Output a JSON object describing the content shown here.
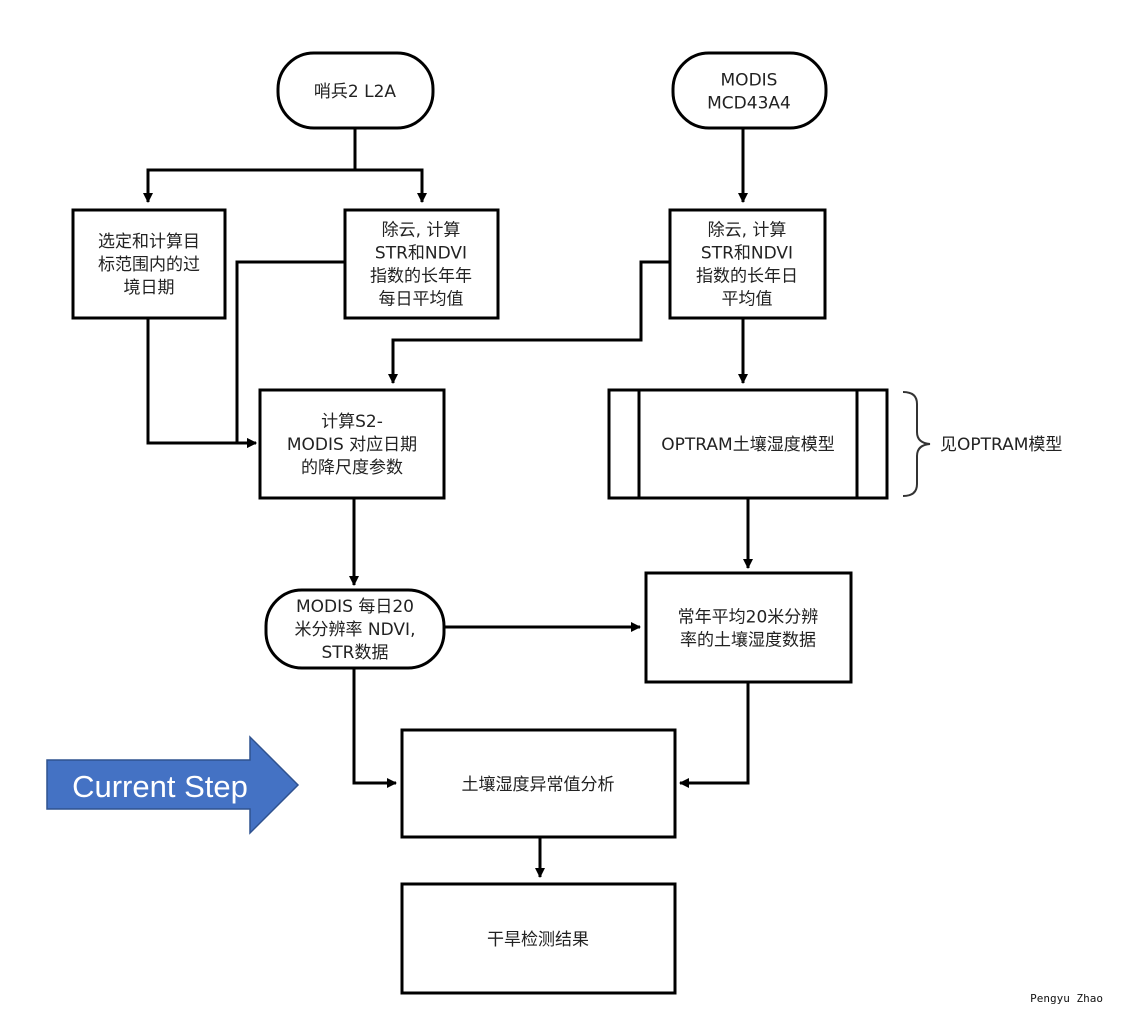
{
  "nodes": {
    "sentinel": {
      "lines": [
        "哨兵2 L2A"
      ]
    },
    "modis_src": {
      "lines": [
        "MODIS",
        "MCD43A4"
      ]
    },
    "select_dates": {
      "lines": [
        "选定和计算目",
        "标范围内的过",
        "境日期"
      ]
    },
    "s2_cloud": {
      "lines": [
        "除云, 计算",
        "STR和NDVI",
        "指数的长年年",
        "每日平均值"
      ]
    },
    "modis_cloud": {
      "lines": [
        "除云, 计算",
        "STR和NDVI",
        "指数的长年日",
        "平均值"
      ]
    },
    "downscale": {
      "lines": [
        "计算S2-",
        "MODIS 对应日期",
        "的降尺度参数"
      ]
    },
    "optram": {
      "lines": [
        "OPTRAM土壤湿度模型"
      ]
    },
    "modis_daily": {
      "lines": [
        "MODIS 每日20",
        "米分辨率 NDVI,",
        "STR数据"
      ]
    },
    "longterm_sm": {
      "lines": [
        "常年平均20米分辨",
        "率的土壤湿度数据"
      ]
    },
    "anomaly": {
      "lines": [
        "土壤湿度异常值分析"
      ]
    },
    "drought": {
      "lines": [
        "干旱检测结果"
      ]
    }
  },
  "brace_label": "见OPTRAM模型",
  "callout": {
    "label": "Current Step",
    "color": "#4472C4",
    "stroke": "#2F528F"
  },
  "credit": "Pengyu Zhao",
  "colors": {
    "stroke": "#000000",
    "text": "#222222"
  }
}
